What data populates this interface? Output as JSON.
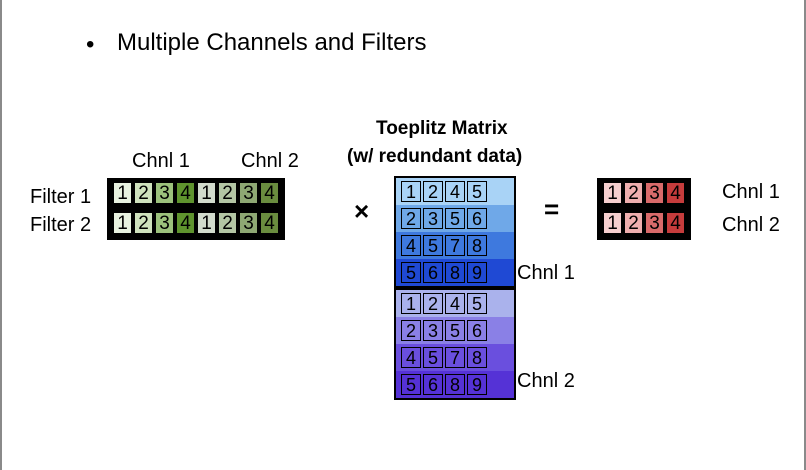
{
  "slide": {
    "bullet": "•",
    "title": "Multiple Channels and Filters"
  },
  "filters": {
    "channel_labels": [
      "Chnl 1",
      "Chnl 2"
    ],
    "row_labels": [
      "Filter 1",
      "Filter 2"
    ],
    "rows": [
      [
        "1",
        "2",
        "3",
        "4",
        "1",
        "2",
        "3",
        "4"
      ],
      [
        "1",
        "2",
        "3",
        "4",
        "1",
        "2",
        "3",
        "4"
      ]
    ]
  },
  "toeplitz": {
    "title_line1": "Toeplitz Matrix",
    "title_line2": "(w/ redundant data)",
    "blocks": [
      {
        "label": "Chnl 1",
        "rows": [
          [
            "1",
            "2",
            "4",
            "5"
          ],
          [
            "2",
            "3",
            "5",
            "6"
          ],
          [
            "4",
            "5",
            "7",
            "8"
          ],
          [
            "5",
            "6",
            "8",
            "9"
          ]
        ]
      },
      {
        "label": "Chnl 2",
        "rows": [
          [
            "1",
            "2",
            "4",
            "5"
          ],
          [
            "2",
            "3",
            "5",
            "6"
          ],
          [
            "4",
            "5",
            "7",
            "8"
          ],
          [
            "5",
            "6",
            "8",
            "9"
          ]
        ]
      }
    ]
  },
  "operators": {
    "times": "×",
    "equals": "="
  },
  "output": {
    "row_labels": [
      "Chnl 1",
      "Chnl 2"
    ],
    "rows": [
      [
        "1",
        "2",
        "3",
        "4"
      ],
      [
        "1",
        "2",
        "3",
        "4"
      ]
    ]
  },
  "colors": {
    "filter_green": [
      "#e8f2e0",
      "#cfe2bd",
      "#9cc27c",
      "#5f942e",
      "#d2dbcc",
      "#b3c6a4",
      "#8ea873",
      "#6a8d3f"
    ],
    "output_red": [
      "#f6cfcf",
      "#eeaeae",
      "#d96a6a",
      "#c63c3c"
    ],
    "toeplitz_ch1": [
      "#a9d3f6",
      "#6fa8e8",
      "#3e79de",
      "#1f49d4"
    ],
    "toeplitz_ch2": [
      "#aab2ec",
      "#8a80e6",
      "#6a4fde",
      "#5532d6"
    ]
  }
}
